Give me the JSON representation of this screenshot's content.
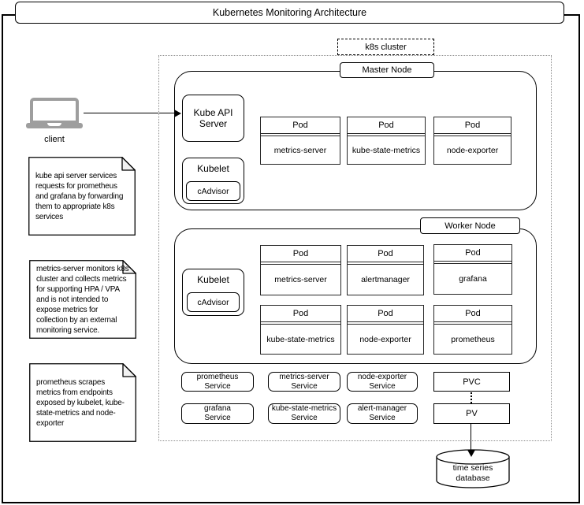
{
  "title": "Kubernetes Monitoring Architecture",
  "labels": {
    "pod": "Pod"
  },
  "client": {
    "label": "client"
  },
  "notes": [
    {
      "text": "kube api server services requests for prometheus and grafana by forwarding them to appropriate k8s services"
    },
    {
      "text": "metrics-server monitors k8s cluster and collects metrics for supporting HPA / VPA and is not intended to expose metrics for collection by an external monitoring service."
    },
    {
      "text": "prometheus scrapes metrics from endpoints exposed by kubelet, kube-state-metrics and node-exporter"
    }
  ],
  "cluster": {
    "label": "k8s cluster",
    "master": {
      "label": "Master Node",
      "kube_api_server": "Kube API Server",
      "kubelet": "Kubelet",
      "cadvisor": "cAdvisor",
      "pods": [
        "metrics-server",
        "kube-state-metrics",
        "node-exporter"
      ]
    },
    "worker": {
      "label": "Worker Node",
      "kubelet": "Kubelet",
      "cadvisor": "cAdvisor",
      "pods_row1": [
        "metrics-server",
        "alertmanager",
        "grafana"
      ],
      "pods_row2": [
        "kube-state-metrics",
        "node-exporter",
        "prometheus"
      ]
    },
    "services_row1": [
      {
        "line1": "prometheus",
        "line2": "Service"
      },
      {
        "line1": "metrics-server",
        "line2": "Service"
      },
      {
        "line1": "node-exporter",
        "line2": "Service"
      }
    ],
    "services_row2": [
      {
        "line1": "grafana",
        "line2": "Service"
      },
      {
        "line1": "kube-state-metrics",
        "line2": "Service"
      },
      {
        "line1": "alert-manager",
        "line2": "Service"
      }
    ],
    "pvc": "PVC",
    "pv": "PV"
  },
  "database": {
    "line1": "time series",
    "line2": "database"
  }
}
